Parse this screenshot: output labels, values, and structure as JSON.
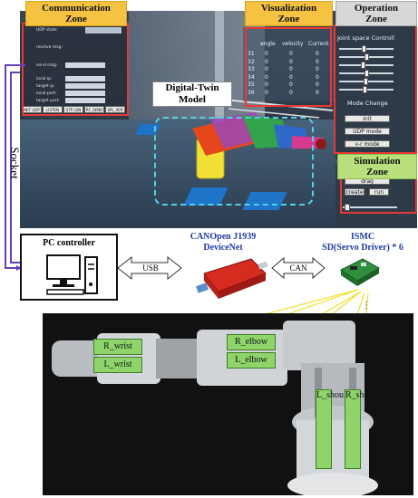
{
  "zones": {
    "communication": "Communication\nZone",
    "visualization": "Visualization\nZone",
    "operation": "Operation\nZone",
    "simulation": "Simulation\nZone"
  },
  "twin_label": "Digital-Twin\nModel",
  "comm_panel": {
    "labels": [
      "UDP state:",
      "receive msg:",
      "send msg:",
      "local ip:",
      "target ip:",
      "local port:",
      "target port:"
    ],
    "buttons": [
      "INIT UDP",
      "LISTEN",
      "STP LSN",
      "RF_SEND",
      "SPL_SER"
    ]
  },
  "vis_table": {
    "headers": [
      "angle",
      "velocity",
      "Current"
    ],
    "rows": [
      {
        "id": "31",
        "a": "0",
        "v": "0",
        "c": "0"
      },
      {
        "id": "32",
        "a": "0",
        "v": "0",
        "c": "0"
      },
      {
        "id": "33",
        "a": "0",
        "v": "0",
        "c": "0"
      },
      {
        "id": "34",
        "a": "0",
        "v": "0",
        "c": "0"
      },
      {
        "id": "35",
        "a": "0",
        "v": "0",
        "c": "0"
      },
      {
        "id": "36",
        "a": "0",
        "v": "0",
        "c": "0"
      }
    ]
  },
  "op_panel": {
    "title": "Joint space Controll",
    "mode_title": "Mode Change",
    "buttons": [
      "init",
      "UDP mode",
      "v-r mode"
    ]
  },
  "sim_panel": {
    "buttons": [
      "drag",
      "create",
      "run"
    ]
  },
  "socket_label": "Socket",
  "pc_label": "PC controller",
  "usb_label": "USB",
  "can_label": "CAN",
  "canopen_label": "CANOpen J1939\nDeviceNet",
  "ismc_label": "ISMC\nSD(Servo Driver) * 6",
  "joints": [
    "R_wrist",
    "L_wrist",
    "R_elbow",
    "L_elbow",
    "L_shoulder",
    "R_shoulder"
  ],
  "colors": {
    "zone_yellow": "#f5c242",
    "zone_gray": "#d7d7d7",
    "zone_green": "#b8e07c",
    "highlight_red": "#e53935",
    "socket_purple": "#6a3fb5",
    "caption_blue": "#1e3aa8",
    "joint_green": "#8fd46a"
  }
}
